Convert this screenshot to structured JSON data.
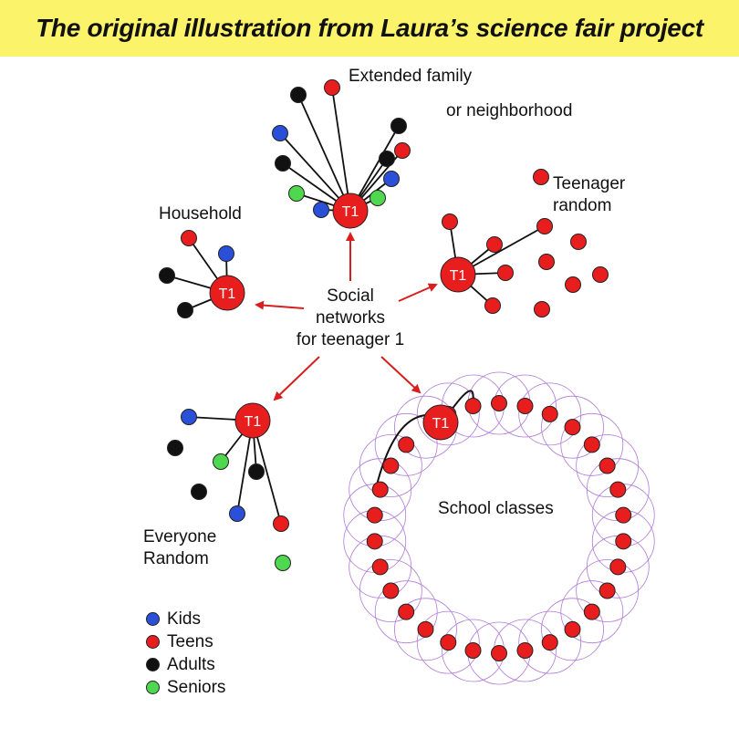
{
  "title": "The original illustration from Laura’s science fair project",
  "colors": {
    "banner": "#fbf36a",
    "kid": "#2b50d8",
    "teen": "#e81e1e",
    "adult": "#111111",
    "senior": "#4fd84f",
    "arrow": "#d81e1e",
    "ring": "#b07ad8"
  },
  "center_label": [
    "Social",
    "networks",
    "for teenager 1"
  ],
  "hub_label": "T1",
  "labels": {
    "household": "Household",
    "extended_line1": "Extended family",
    "extended_line2": "or neighborhood",
    "teen_random_line1": "Teenager",
    "teen_random_line2": "random",
    "everyone_line1": "Everyone",
    "everyone_line2": "Random",
    "school": "School classes"
  },
  "legend": [
    {
      "label": "Kids",
      "color": "#2b50d8"
    },
    {
      "label": "Teens",
      "color": "#e81e1e"
    },
    {
      "label": "Adults",
      "color": "#111111"
    },
    {
      "label": "Seniors",
      "color": "#4fd84f"
    }
  ],
  "networks": {
    "household": [
      "teen",
      "kid",
      "adult",
      "adult"
    ],
    "extended_family": [
      "adult",
      "teen",
      "kid",
      "adult",
      "senior",
      "kid",
      "adult",
      "teen",
      "adult",
      "kid",
      "senior"
    ],
    "teenager_random": [
      "teen",
      "teen",
      "teen",
      "teen",
      "teen",
      "teen",
      "teen",
      "teen",
      "teen",
      "teen"
    ],
    "everyone_random": [
      "kid",
      "adult",
      "senior",
      "adult",
      "adult",
      "kid",
      "teen",
      "senior"
    ],
    "school_classes_member_count": 30
  }
}
